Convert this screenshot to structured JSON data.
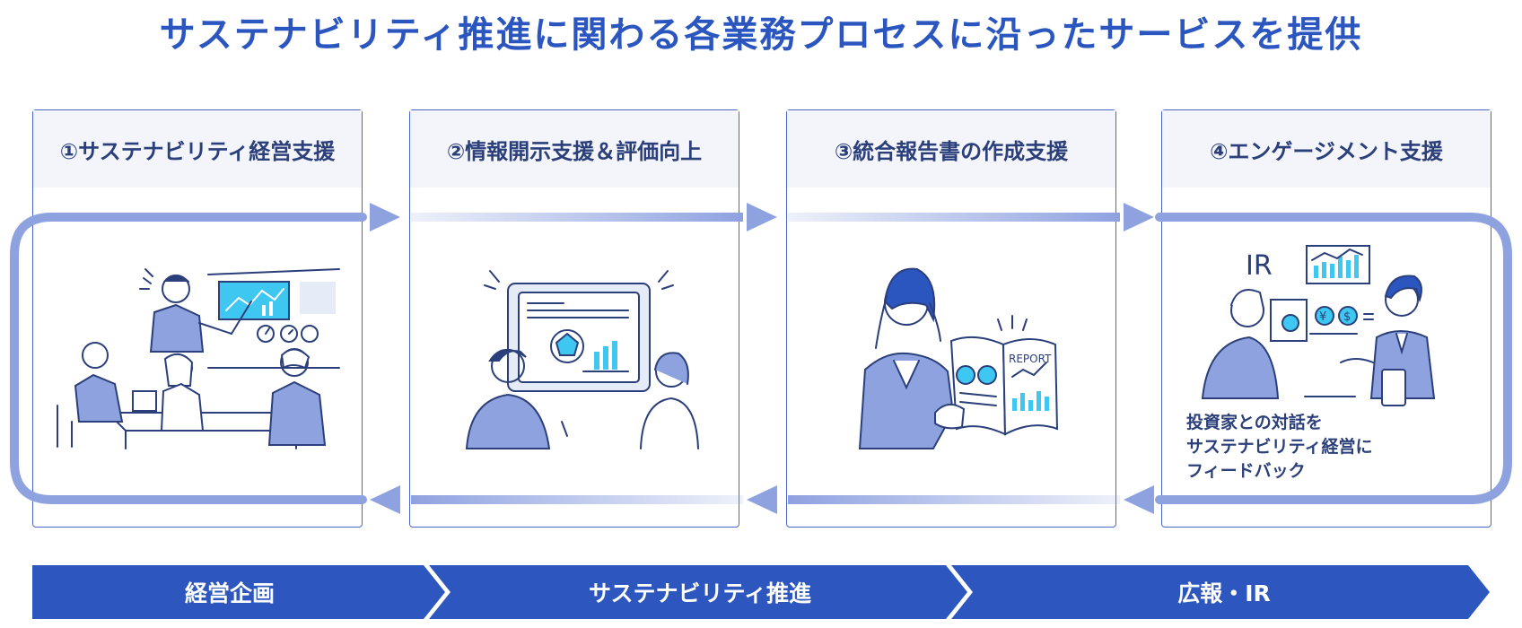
{
  "title": "サステナビリティ推進に関わる各業務プロセスに沿ったサービスを提供",
  "panels": [
    {
      "label": "①サステナビリティ経営支援"
    },
    {
      "label": "②情報開示支援＆評価向上"
    },
    {
      "label": "③統合報告書の作成支援"
    },
    {
      "label": "④エンゲージメント支援"
    }
  ],
  "illustrations": {
    "ir_label": "IR",
    "report_label": "REPORT",
    "yen_symbol": "¥",
    "dollar_symbol": "$",
    "ir_note_lines": [
      "投資家との対話を",
      "サステナビリティ経営に",
      "フィードバック"
    ]
  },
  "stages": [
    {
      "label": "経営企画"
    },
    {
      "label": "サステナビリティ推進"
    },
    {
      "label": "広報・IR"
    }
  ],
  "colors": {
    "title": "#2b56c0",
    "panel_border": "#4a66c4",
    "panel_header_bg": "#f3f5fb",
    "arrow": "#8ea2e0",
    "stage_band": "#2d57bf",
    "illustration_fill": "#8ea2e0",
    "illustration_accent": "#3ec7f0"
  }
}
